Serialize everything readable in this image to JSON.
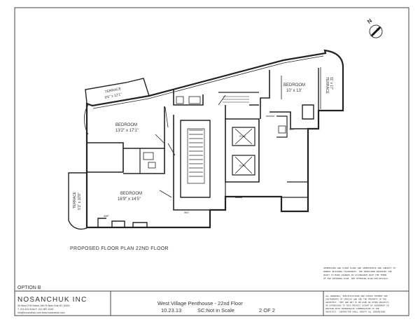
{
  "drawing": {
    "title": "PROPOSED FLOOR PLAN 22ND FLOOR",
    "option": "OPTION B",
    "north_label": "N",
    "north_icon": "north-arrow-icon"
  },
  "rooms": {
    "terrace_left_top": {
      "name": "TERRACE",
      "dims": "9'6\" x 12'1\""
    },
    "bedroom_upper_left": {
      "name": "BEDROOM",
      "dims": "13'2\" x 17'1\""
    },
    "bedroom_lower_left": {
      "name": "BEDROOM",
      "dims": "16'9\" x 14'5\""
    },
    "terrace_left_bottom": {
      "name": "TERRACE",
      "dims": "5'1\" x 10'8\""
    },
    "bedroom_right": {
      "name": "BEDROOM",
      "dims": "10' x 13'"
    },
    "terrace_right": {
      "name": "TERRACE",
      "dims": "11' x 17'"
    }
  },
  "fixtures": {
    "elevator_top": "ELEV",
    "elevator_bottom": "ELEV",
    "wic": "W/D",
    "laundry": "W/D",
    "amp": "AMP"
  },
  "notes": {
    "lines": [
      "DIMENSIONS AND FLOOR PLANS ARE APPROXIMATE AND SUBJECT TO",
      "NORMAL BUILDING TOLERANCES. THE DEVELOPER RESERVES THE",
      "RIGHT TO MAKE CHANGES IN ACCORDANCE WITH THE TERMS",
      "OF THE OFFERING PLAN. SEE OFFERING PLAN FOR DETAILS."
    ]
  },
  "title_block": {
    "firm": "NOSANCHUK INC",
    "address": "30 West 27th Street, 6th Flr New York NY 10001",
    "phone": "T. 212.431.5144    F. 212.387.1044",
    "email": "info@nosanchuk.com   www.nosanchuk.com",
    "project": "West Village Penthouse - 22nd Floor",
    "date": "10.23.13",
    "scale": "SC:Not in Scale",
    "sheet": "2 OF 2"
  },
  "disclaimer": {
    "lines": [
      "ALL DRAWINGS, SPECIFICATIONS AND COPIES THEREOF ARE",
      "INSTRUMENTS OF SERVICE AND ARE THE PROPERTY OF THE",
      "ARCHITECT. THEY ARE NOT TO BE USED ON OTHER PROJECTS",
      "OR EXTENSIONS TO THIS PROJECT EXCEPT BY AGREEMENT IN",
      "WRITING WITH APPROPRIATE COMPENSATION TO THE",
      "ARCHITECT. CONTRACTOR SHALL VERIFY ALL DIMENSIONS."
    ]
  }
}
